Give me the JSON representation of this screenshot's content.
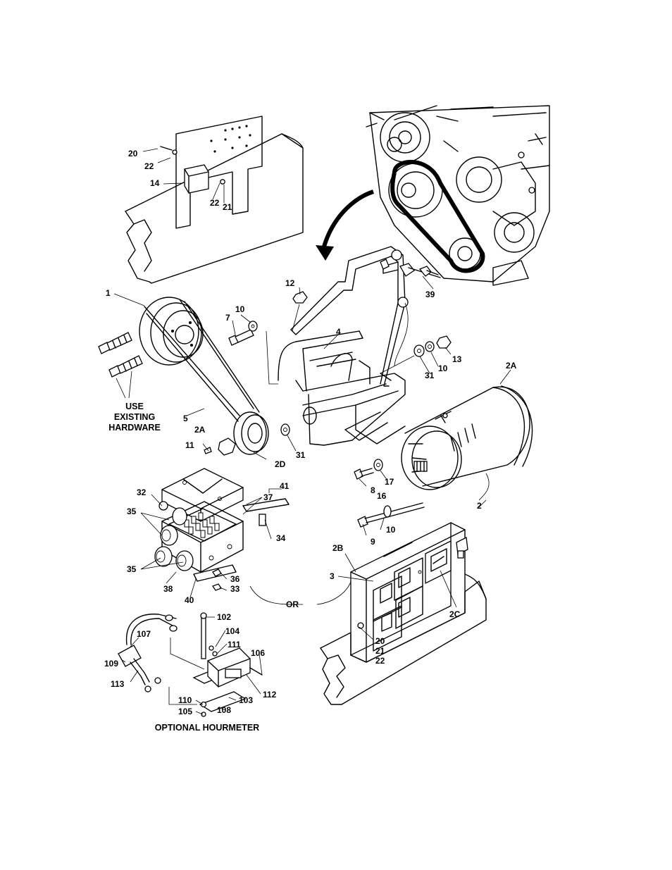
{
  "figure": {
    "callouts": {
      "c20a": "20",
      "c22a": "22",
      "c14": "14",
      "c22b": "22",
      "c21a": "21",
      "c12": "12",
      "c39": "39",
      "c1": "1",
      "c10a": "10",
      "c7": "7",
      "c4": "4",
      "c13": "13",
      "c10b": "10",
      "c31a": "31",
      "c2A_motor": "2A",
      "c5": "5",
      "c2A_nut": "2A",
      "c11": "11",
      "c2D": "2D",
      "c31b": "31",
      "c17": "17",
      "c8": "8",
      "c16": "16",
      "c2": "2",
      "c10c": "10",
      "c9": "9",
      "c32": "32",
      "c41": "41",
      "c37": "37",
      "c35a": "35",
      "c34": "34",
      "c35b": "35",
      "c38": "38",
      "c36": "36",
      "c33": "33",
      "c40": "40",
      "c2B": "2B",
      "c3": "3",
      "cOR": "OR",
      "c2C": "2C",
      "c20b": "20",
      "c21b": "21",
      "c22c": "22",
      "c102": "102",
      "c107": "107",
      "c104": "104",
      "c111": "111",
      "c106": "106",
      "c109": "109",
      "c113": "113",
      "c112": "112",
      "c110": "110",
      "c103": "103",
      "c105": "105",
      "c108": "108"
    },
    "use_existing": [
      "USE",
      "EXISTING",
      "HARDWARE"
    ],
    "caption": "OPTIONAL HOURMETER"
  }
}
